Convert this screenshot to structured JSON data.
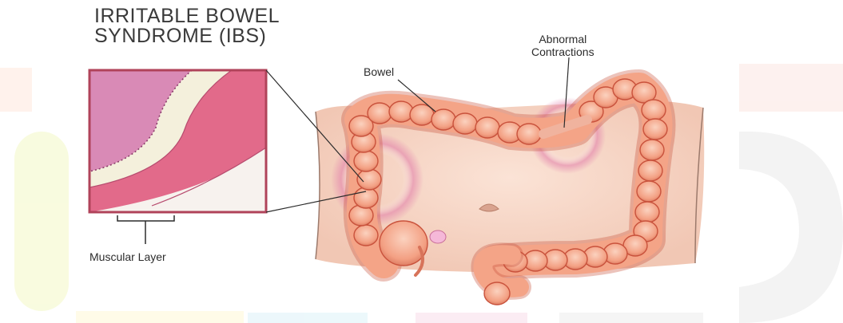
{
  "diagram": {
    "title_line1": "IRRITABLE BOWEL",
    "title_line2": "SYNDROME (IBS)",
    "labels": {
      "bowel": "Bowel",
      "abnormal_line1": "Abnormal",
      "abnormal_line2": "Contractions",
      "muscular_layer": "Muscular Layer"
    }
  },
  "colors": {
    "colon_fill": "#f4a487",
    "colon_stroke": "#c9523c",
    "inset_border": "#b0435a",
    "mucosa": "#d98ab6",
    "muscle": "#e26a8a",
    "highlight_ring": "#e07aa8"
  }
}
